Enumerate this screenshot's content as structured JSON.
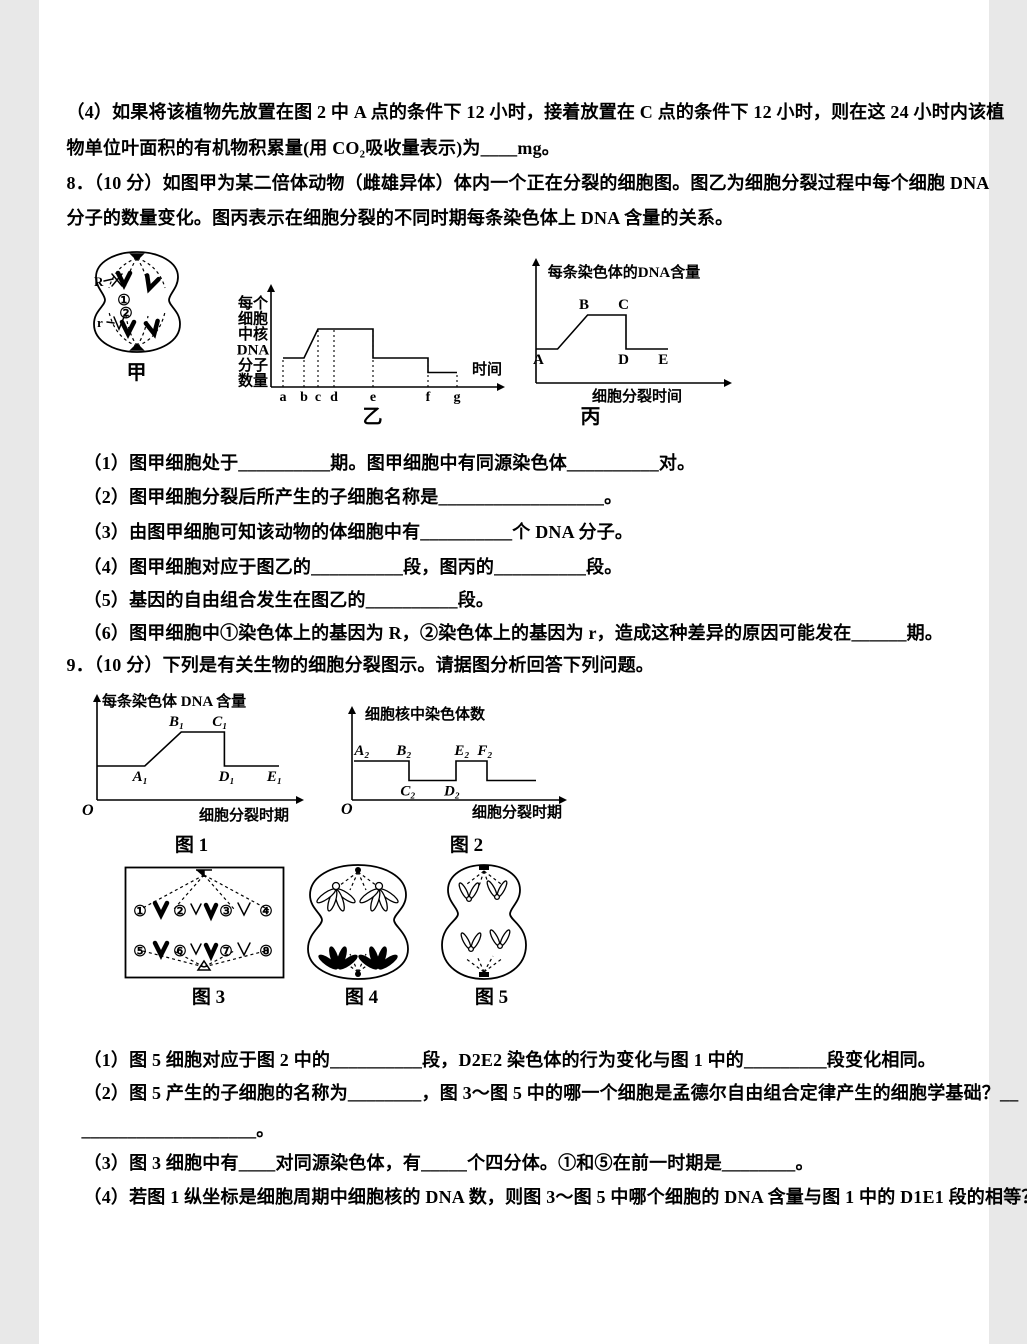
{
  "page": {
    "background": "#ffffff",
    "text_color": "#000000"
  },
  "q7": {
    "part4_line1": "（4）如果将该植物先放置在图 2 中 A 点的条件下 12 小时，接着放置在 C 点的条件下 12 小时，则在这 24 小时内该植",
    "part4_line2": "物单位叶面积的有机物积累量(用 CO₂吸收量表示)为____mg。"
  },
  "q8": {
    "stem_line1": "8．（10 分）如图甲为某二倍体动物（雌雄异体）体内一个正在分裂的细胞图。图乙为细胞分裂过程中每个细胞 DNA",
    "stem_line2": "分子的数量变化。图丙表示在细胞分裂的不同时期每条染色体上 DNA 含量的关系。",
    "fig_jia": {
      "caption": "甲",
      "label_R": "R",
      "label_1": "①",
      "label_2": "②",
      "label_r": "r"
    },
    "subquestions": [
      "（1）图甲细胞处于__________期。图甲细胞中有同源染色体__________对。",
      "（2）图甲细胞分裂后所产生的子细胞名称是__________________。",
      "（3）由图甲细胞可知该动物的体细胞中有__________个 DNA 分子。",
      "（4）图甲细胞对应于图乙的__________段，图丙的__________段。",
      "（5）基因的自由组合发生在图乙的__________段。",
      "（6）图甲细胞中①染色体上的基因为 R，②染色体上的基因为 r，造成这种差异的原因可能发在______期。"
    ]
  },
  "q9": {
    "stem": "9．（10 分）下列是有关生物的细胞分裂图示。请据图分析回答下列问题。",
    "fig3": {
      "caption": "图 3",
      "numbers": [
        "①",
        "②",
        "③",
        "④",
        "⑤",
        "⑥",
        "⑦",
        "⑧"
      ]
    },
    "fig4": {
      "caption": "图 4"
    },
    "fig5": {
      "caption": "图 5"
    },
    "subquestions": [
      "（1）图 5 细胞对应于图 2 中的__________段，D2E2 染色体的行为变化与图 1 中的_________段变化相同。",
      "（2）图 5 产生的子细胞的名称为________，图 3～图 5 中的哪一个细胞是孟德尔自由组合定律产生的细胞学基础？__",
      "___________________。",
      "（3）图 3 细胞中有____对同源染色体，有_____个四分体。①和⑤在前一时期是________。",
      "（4）若图 1 纵坐标是细胞周期中细胞核的 DNA 数，则图 3～图 5 中哪个细胞的 DNA 含量与图 1 中的 D1E1 段的相等？"
    ]
  },
  "chart_data": [
    {
      "id": "yi",
      "type": "line",
      "caption": "乙",
      "title": "",
      "xlabel": "时间",
      "ylabel": "每个细胞中核DNA分子数量",
      "ylabel_lines": [
        "每个",
        "细胞",
        "中核",
        "DNA",
        "分子",
        "数量"
      ],
      "xlim": [
        0,
        210
      ],
      "ylim": [
        0,
        5
      ],
      "grid": false,
      "series": [
        {
          "name": "每个细胞中核DNA分子数量",
          "points": [
            [
              0,
              2
            ],
            [
              21,
              2
            ],
            [
              35,
              4
            ],
            [
              90,
              4
            ],
            [
              90,
              2
            ],
            [
              145,
              2
            ],
            [
              145,
              1
            ],
            [
              174,
              1
            ]
          ]
        }
      ],
      "xticks": [
        {
          "x": 0,
          "label": "a"
        },
        {
          "x": 21,
          "label": "b"
        },
        {
          "x": 35,
          "label": "c"
        },
        {
          "x": 51,
          "label": "d"
        },
        {
          "x": 90,
          "label": "e"
        },
        {
          "x": 145,
          "label": "f"
        },
        {
          "x": 174,
          "label": "g"
        }
      ],
      "dashed_verticals": [
        {
          "x": 0,
          "y": 2
        },
        {
          "x": 21,
          "y": 2
        },
        {
          "x": 35,
          "y": 4
        },
        {
          "x": 51,
          "y": 4
        },
        {
          "x": 90,
          "y": 4
        },
        {
          "x": 145,
          "y": 2
        },
        {
          "x": 174,
          "y": 1
        }
      ],
      "layout": {
        "ax": 32,
        "ox0": 44,
        "oy": 109,
        "kx": 1.0,
        "ky": 14.5,
        "axEnd": 258,
        "ayTop": 14,
        "xlabel": [
          233,
          96,
          "start"
        ],
        "ylines": [
          14,
          30,
          15.5
        ]
      }
    },
    {
      "id": "bing",
      "type": "line",
      "caption": "丙",
      "title": "每条染色体的DNA含量",
      "xlabel": "细胞分裂时间",
      "xlim": [
        0,
        110
      ],
      "ylim": [
        0,
        3
      ],
      "grid": false,
      "series": [
        {
          "name": "每条染色体的DNA含量",
          "points": [
            [
              0,
              1
            ],
            [
              18,
              1
            ],
            [
              43,
              2
            ],
            [
              75,
              2
            ],
            [
              75,
              1
            ],
            [
              110,
              1
            ]
          ]
        }
      ],
      "labels": [
        {
          "t": "A",
          "x": 2,
          "y": 1,
          "pos": "below"
        },
        {
          "t": "B",
          "x": 40,
          "y": 2,
          "pos": "above"
        },
        {
          "t": "C",
          "x": 73,
          "y": 2,
          "pos": "above"
        },
        {
          "t": "D",
          "x": 73,
          "y": 1,
          "pos": "below"
        },
        {
          "t": "E",
          "x": 106,
          "y": 1,
          "pos": "below"
        }
      ],
      "layout": {
        "ax": 17,
        "ox0": 17,
        "oy": 133,
        "kx": 1.2,
        "ky": 34,
        "axEnd": 205,
        "ayTop": 16,
        "title": [
          105,
          27,
          "middle"
        ],
        "xlabel": [
          118,
          151,
          "middle"
        ]
      }
    },
    {
      "id": "fig1",
      "type": "line",
      "caption": "图 1",
      "origin": "O",
      "title": "每条染色体 DNA 含量",
      "xlabel": "细胞分裂时期",
      "xlim": [
        0,
        80
      ],
      "ylim": [
        0,
        3
      ],
      "grid": false,
      "italic_labels": true,
      "series": [
        {
          "name": "每条染色体DNA含量",
          "points": [
            [
              0,
              1
            ],
            [
              21,
              1
            ],
            [
              37,
              2
            ],
            [
              56,
              2
            ],
            [
              56,
              1
            ],
            [
              80,
              1
            ]
          ]
        }
      ],
      "labels": [
        {
          "t": "A₁",
          "x": 19,
          "y": 1,
          "pos": "below"
        },
        {
          "t": "B₁",
          "x": 35,
          "y": 2,
          "pos": "above"
        },
        {
          "t": "C₁",
          "x": 54,
          "y": 2,
          "pos": "above"
        },
        {
          "t": "D₁",
          "x": 57,
          "y": 1,
          "pos": "below"
        },
        {
          "t": "E₁",
          "x": 78,
          "y": 1,
          "pos": "below"
        }
      ],
      "layout": {
        "ax": 23,
        "ox0": 23,
        "oy": 108,
        "kx": 2.275,
        "ky": 34,
        "axEnd": 222,
        "ayTop": 10,
        "title": [
          28,
          14,
          "start"
        ],
        "xlabel": [
          170,
          128,
          "middle"
        ],
        "origin": [
          8,
          123
        ]
      }
    },
    {
      "id": "fig2",
      "type": "line",
      "caption": "图 2",
      "origin": "O",
      "title": "细胞核中染色体数",
      "xlabel": "细胞分裂时期",
      "xlim": [
        0,
        190
      ],
      "ylim": [
        0,
        3.4
      ],
      "grid": false,
      "italic_labels": true,
      "series": [
        {
          "name": "细胞核中染色体数",
          "points": [
            [
              0,
              2
            ],
            [
              55,
              2
            ],
            [
              55,
              1
            ],
            [
              102,
              1
            ],
            [
              102,
              2
            ],
            [
              133,
              2
            ],
            [
              133,
              1
            ],
            [
              182,
              1
            ]
          ]
        }
      ],
      "labels": [
        {
          "t": "A₂",
          "x": 8,
          "y": 2,
          "pos": "above"
        },
        {
          "t": "B₂",
          "x": 50,
          "y": 2,
          "pos": "above"
        },
        {
          "t": "C₂",
          "x": 54,
          "y": 1,
          "pos": "below"
        },
        {
          "t": "D₂",
          "x": 98,
          "y": 1,
          "pos": "below"
        },
        {
          "t": "E₂",
          "x": 108,
          "y": 2,
          "pos": "above"
        },
        {
          "t": "F₂",
          "x": 131,
          "y": 2,
          "pos": "above"
        }
      ],
      "layout": {
        "ax": 13,
        "ox0": 15,
        "oy": 100,
        "kx": 1.0,
        "ky": 19.5,
        "axEnd": 220,
        "ayTop": 14,
        "title": [
          26,
          19,
          "start"
        ],
        "xlabel": [
          178,
          117,
          "middle"
        ],
        "origin": [
          2,
          114
        ]
      }
    }
  ]
}
